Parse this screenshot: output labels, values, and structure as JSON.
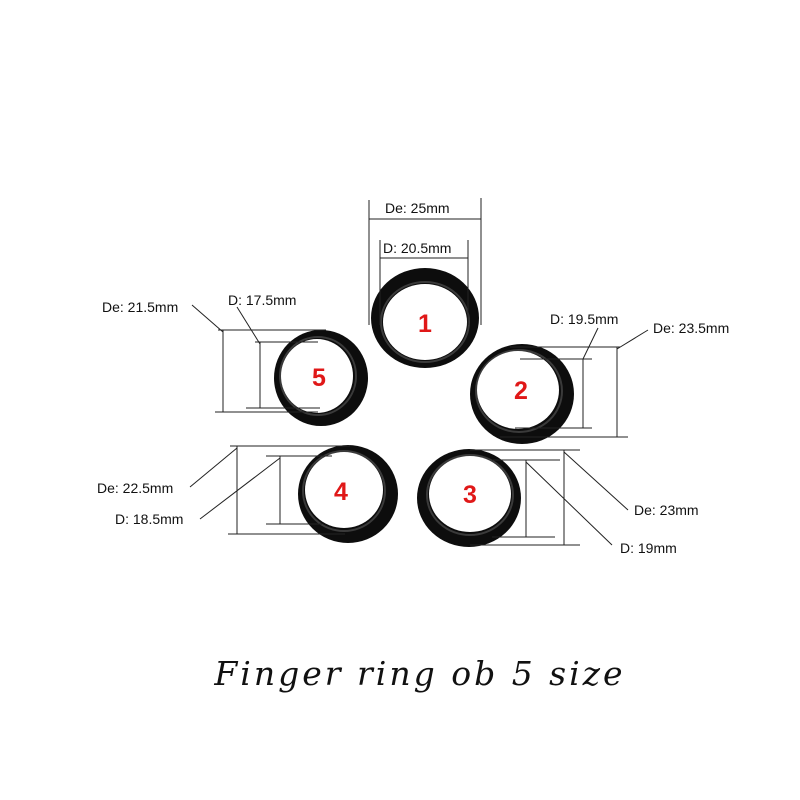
{
  "caption": "Finger ring ob 5 size",
  "colors": {
    "ring": "#0d0d0d",
    "ring_edge": "#3a3a3a",
    "number": "#e01818",
    "line": "#222222"
  },
  "rings": [
    {
      "number": "1",
      "outer_label": "De: 25mm",
      "inner_label": "D: 20.5mm",
      "outer_mm": 25,
      "inner_mm": 20.5
    },
    {
      "number": "2",
      "outer_label": "De: 23.5mm",
      "inner_label": "D: 19.5mm",
      "outer_mm": 23.5,
      "inner_mm": 19.5
    },
    {
      "number": "3",
      "outer_label": "De: 23mm",
      "inner_label": "D: 19mm",
      "outer_mm": 23,
      "inner_mm": 19
    },
    {
      "number": "4",
      "outer_label": "De: 22.5mm",
      "inner_label": "D: 18.5mm",
      "outer_mm": 22.5,
      "inner_mm": 18.5
    },
    {
      "number": "5",
      "outer_label": "De: 21.5mm",
      "inner_label": "D: 17.5mm",
      "outer_mm": 21.5,
      "inner_mm": 17.5
    }
  ]
}
